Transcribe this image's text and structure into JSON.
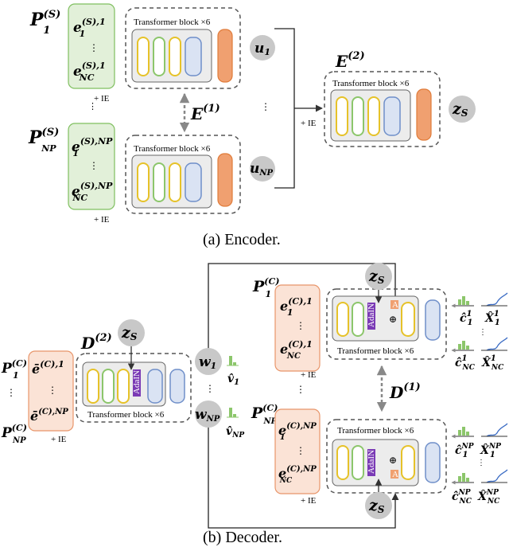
{
  "captions": {
    "encoder": "(a) Encoder.",
    "decoder": "(b) Decoder."
  },
  "transformer_label": "Transformer block ×6",
  "ie_label": "+ IE",
  "adain_label": "AdaIN",
  "attn_label": "A",
  "plus_symbol": "⊕",
  "vdots": "⋮",
  "encoder": {
    "patch_first": "P",
    "patch_first_sup": "(S)",
    "patch_first_sub": "1",
    "patch_last": "P",
    "patch_last_sup": "(S)",
    "patch_last_sub": "N_P",
    "e1_top": "e",
    "e1_top_sup": "(S),1",
    "e1_top_sub": "1",
    "e1_bot": "e",
    "e1_bot_sup": "(S),1",
    "e1_bot_sub": "N_C",
    "eN_top": "e",
    "eN_top_sup": "(S),N_P",
    "eN_top_sub": "1",
    "eN_bot": "e",
    "eN_bot_sup": "(S),N_P",
    "eN_bot_sub": "N_C",
    "E1": "E",
    "E1_sup": "(1)",
    "E2": "E",
    "E2_sup": "(2)",
    "u1": "u",
    "u1_sub": "1",
    "uN": "u",
    "uN_sub": "N_P",
    "zS": "z",
    "zS_sub": "S"
  },
  "decoder": {
    "D2": "D",
    "D2_sup": "(2)",
    "D1": "D",
    "D1_sup": "(1)",
    "left_P1": "P",
    "left_P1_sup": "(C)",
    "left_P1_sub": "1",
    "left_PN": "P",
    "left_PN_sup": "(C)",
    "left_PN_sub": "N_P",
    "ebar1": "ē",
    "ebar1_sup": "(C),1",
    "ebarN": "ē",
    "ebarN_sup": "(C),N_P",
    "w1": "w",
    "w1_sub": "1",
    "wN": "w",
    "wN_sub": "N_P",
    "v1": "v̂",
    "v1_sub": "1",
    "vN": "v̂",
    "vN_sub": "N_P",
    "P1": "P",
    "P1_sup": "(C)",
    "P1_sub": "1",
    "PN": "P",
    "PN_sup": "(C)",
    "PN_sub": "N_P",
    "e_top1": "e",
    "e_top1_sup": "(C),1",
    "e_top1_sub": "1",
    "e_top2": "e",
    "e_top2_sup": "(C),1",
    "e_top2_sub": "N_C",
    "e_bot1": "e",
    "e_bot1_sup": "(C),N_P",
    "e_bot1_sub": "1",
    "e_bot2": "e",
    "e_bot2_sup": "(C),N_P",
    "e_bot2_sub": "N_C",
    "c11": "ĉ",
    "c11_sup": "1",
    "c11_sub": "1",
    "c1N": "ĉ",
    "c1N_sup": "1",
    "c1N_sub": "N_C",
    "cN1": "ĉ",
    "cN1_sup": "N_P",
    "cN1_sub": "1",
    "cNN": "ĉ",
    "cNN_sup": "N_P",
    "cNN_sub": "N_C",
    "X11": "X̂",
    "X11_sup": "1",
    "X11_sub": "1",
    "X1N": "X̂",
    "X1N_sup": "1",
    "X1N_sub": "N_C",
    "XN1": "X̂",
    "XN1_sup": "N_P",
    "XN1_sub": "1",
    "XNN": "X̂",
    "XNN_sup": "N_P",
    "XNN_sub": "N_C"
  },
  "colors": {
    "green_fill": "#e2f0d9",
    "green_stroke": "#7fbf5f",
    "orange_fill": "#fbe3d6",
    "orange_stroke": "#e8956a",
    "yellow_stroke": "#e6c229",
    "green_block": "#8cc66b",
    "purple_stroke": "#a48bd0",
    "blue_fill": "#dae3f3",
    "blue_stroke": "#6f8fc9",
    "orange_block": "#f0a070",
    "orange_block_stroke": "#e07b39",
    "adain": "#7a3ab5",
    "gray_circle": "#c8c8c8",
    "dark": "#595959"
  }
}
